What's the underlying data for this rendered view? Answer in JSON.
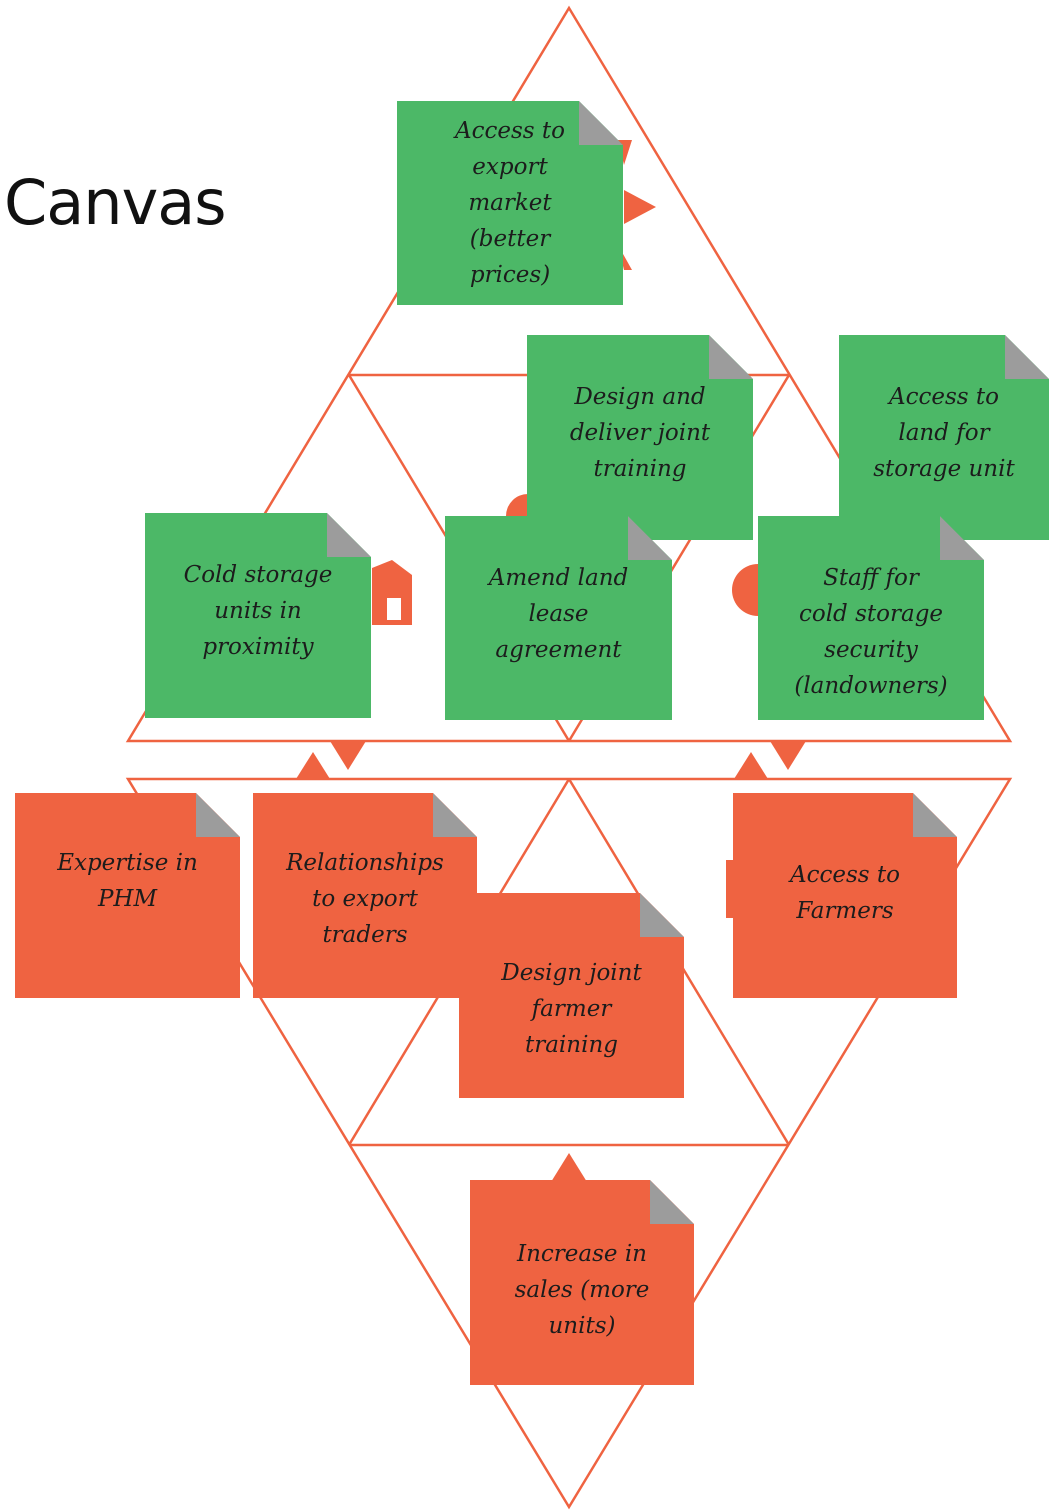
{
  "title": "Canvas",
  "colors": {
    "green_note": "#4cb867",
    "orange_note": "#ef6341",
    "canvas_line": "#ef6341",
    "note_fold": "#9c9c9c",
    "text": "#1c1c1c"
  },
  "icons": [
    "sun-icon",
    "house-icon",
    "handshake-icon",
    "gear-icon",
    "plant-icon"
  ],
  "notes": {
    "export_market": "Access to\nexport\nmarket\n(better\nprices)",
    "design_deliver_training": "Design  and\ndeliver joint\ntraining",
    "access_land": "Access to\nland for\nstorage unit",
    "cold_storage": "Cold storage\nunits in\nproximity",
    "amend_lease": "Amend land\nlease\nagreement",
    "staff_security": "Staff for\ncold storage\nsecurity\n(landowners)",
    "expertise_phm": "Expertise in\nPHM",
    "relationships_traders": "Relationships\nto export\ntraders",
    "design_farmer_training": "Design joint\nfarmer\ntraining",
    "access_farmers": "Access to\nFarmers",
    "increase_sales": "Increase in\nsales (more\nunits)"
  }
}
